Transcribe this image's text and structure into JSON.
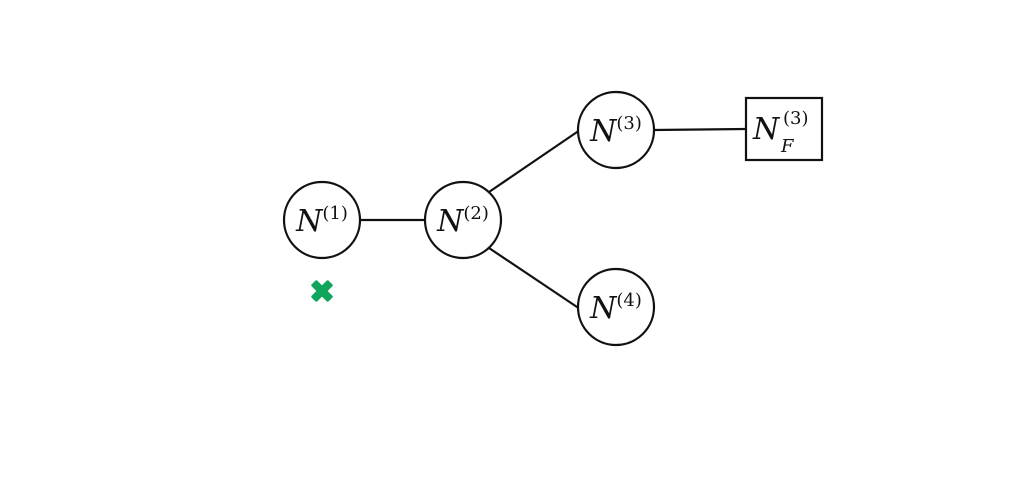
{
  "nodes": {
    "n1": {
      "main": "N",
      "sup": "(1)"
    },
    "n2": {
      "main": "N",
      "sup": "(2)"
    },
    "n3": {
      "main": "N",
      "sup": "(3)"
    },
    "n4": {
      "main": "N",
      "sup": "(4)"
    },
    "nf": {
      "main": "N",
      "sup": "(3)",
      "sub": "F"
    }
  },
  "marker": {
    "icon": "x-mark-icon",
    "color": "#0fa55a"
  },
  "colors": {
    "stroke": "#111111",
    "background": "#ffffff"
  }
}
